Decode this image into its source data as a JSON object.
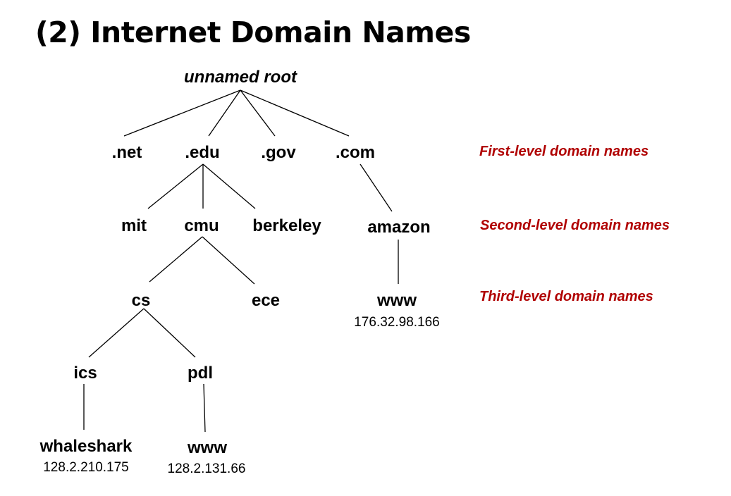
{
  "slide": {
    "title": "(2) Internet Domain Names",
    "accent_color": "#b00000"
  },
  "tree": {
    "root": "unnamed root",
    "net": ".net",
    "edu": ".edu",
    "gov": ".gov",
    "com": ".com",
    "mit": "mit",
    "cmu": "cmu",
    "berkeley": "berkeley",
    "amazon": "amazon",
    "cs": "cs",
    "ece": "ece",
    "amazon_www": "www",
    "amazon_www_ip": "176.32.98.166",
    "ics": "ics",
    "pdl": "pdl",
    "whaleshark": "whaleshark",
    "whaleshark_ip": "128.2.210.175",
    "pdl_www": "www",
    "pdl_www_ip": "128.2.131.66"
  },
  "levels": {
    "first": "First-level domain names",
    "second": "Second-level domain names",
    "third": "Third-level domain names"
  }
}
